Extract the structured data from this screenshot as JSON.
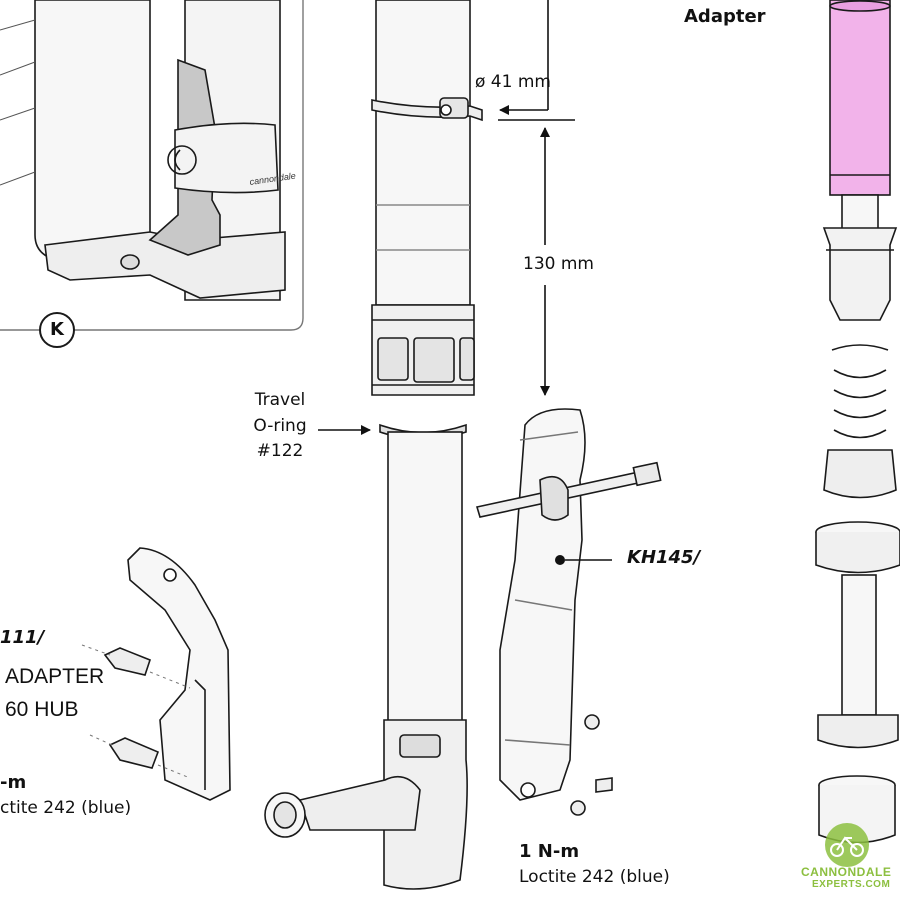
{
  "labels": {
    "adapter_top": "Adapter",
    "diameter": "ø 41 mm",
    "length": "130 mm",
    "travel_oring": [
      "Travel",
      "O-ring",
      "#122"
    ],
    "detail_letter": "K",
    "part_kh145": "KH145/",
    "part_left": "111/",
    "left_adapter_line1": "ADAPTER",
    "left_adapter_line2": "60 HUB",
    "left_torque": "-m",
    "left_loctite": "ctite 242 (blue)",
    "bottom_torque": "1 N-m",
    "bottom_loctite": "Loctite 242 (blue)",
    "watermark_line1": "CANNONDALE",
    "watermark_line2": "EXPERTS.COM"
  },
  "colors": {
    "line": "#1a1a1a",
    "body_fill": "#f7f7f7",
    "shade_fill": "#e4e4e4",
    "dark_fill": "#c8c8c8",
    "pink": "#f2b3ea",
    "logo_green": "#8cbf3f"
  },
  "icons": [
    "bicycle-icon"
  ]
}
